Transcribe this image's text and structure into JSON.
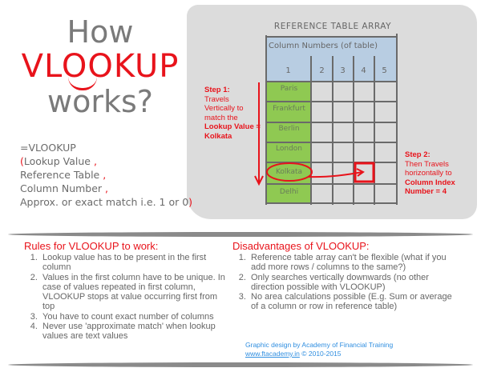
{
  "title": {
    "line1": "How",
    "line2": "VLOOKUP",
    "line3": "works?"
  },
  "formula": {
    "fn": "=VLOOKUP",
    "open_paren": "(",
    "arg1": "Lookup Value",
    "arg2": "Reference Table",
    "arg3": "Column Number",
    "arg4": "Approx. or exact match i.e. 1 or 0",
    "comma": ",",
    "close_paren": ")"
  },
  "table": {
    "title": "REFERENCE TABLE ARRAY",
    "header": "Column Numbers (of table)",
    "columns": [
      "1",
      "2",
      "3",
      "4",
      "5"
    ],
    "rows": [
      "Paris",
      "Frankfurt",
      "Berlin",
      "London",
      "Kolkata",
      "Delhi"
    ]
  },
  "step1": {
    "label": "Step 1:",
    "text": "Travels Vertically to match the",
    "bold": "Lookup Value = Kolkata"
  },
  "step2": {
    "label": "Step 2:",
    "text": "Then Travels horizontally to",
    "bold": "Column Index Number = 4"
  },
  "rules": {
    "heading": "Rules for VLOOKUP to work:",
    "items": [
      "Lookup value has to be present in the first column",
      "Values in the first column have to be unique. In case of values repeated in first column, VLOOKUP stops at value occurring first from top",
      "You have to count exact number of columns",
      "Never use 'approximate match' when lookup values are text values"
    ]
  },
  "disadvantages": {
    "heading": "Disadvantages of VLOOKUP:",
    "items": [
      "Reference table array can't be flexible (what if you add more rows / columns to the same?)",
      "Only searches vertically downwards (no other direction possible with VLOOKUP)",
      "No area calculations possible (E.g. Sum or average of a column or row in reference table)"
    ]
  },
  "credit": {
    "line1": "Graphic design by Academy of Financial Training",
    "link": "www.ftacademy.in",
    "year": "© 2010-2015"
  },
  "colors": {
    "red": "#e8131b",
    "gray": "#7a7a7a",
    "green": "#8fc952",
    "blue": "#b8cde2",
    "panel": "#dcdcdc"
  }
}
